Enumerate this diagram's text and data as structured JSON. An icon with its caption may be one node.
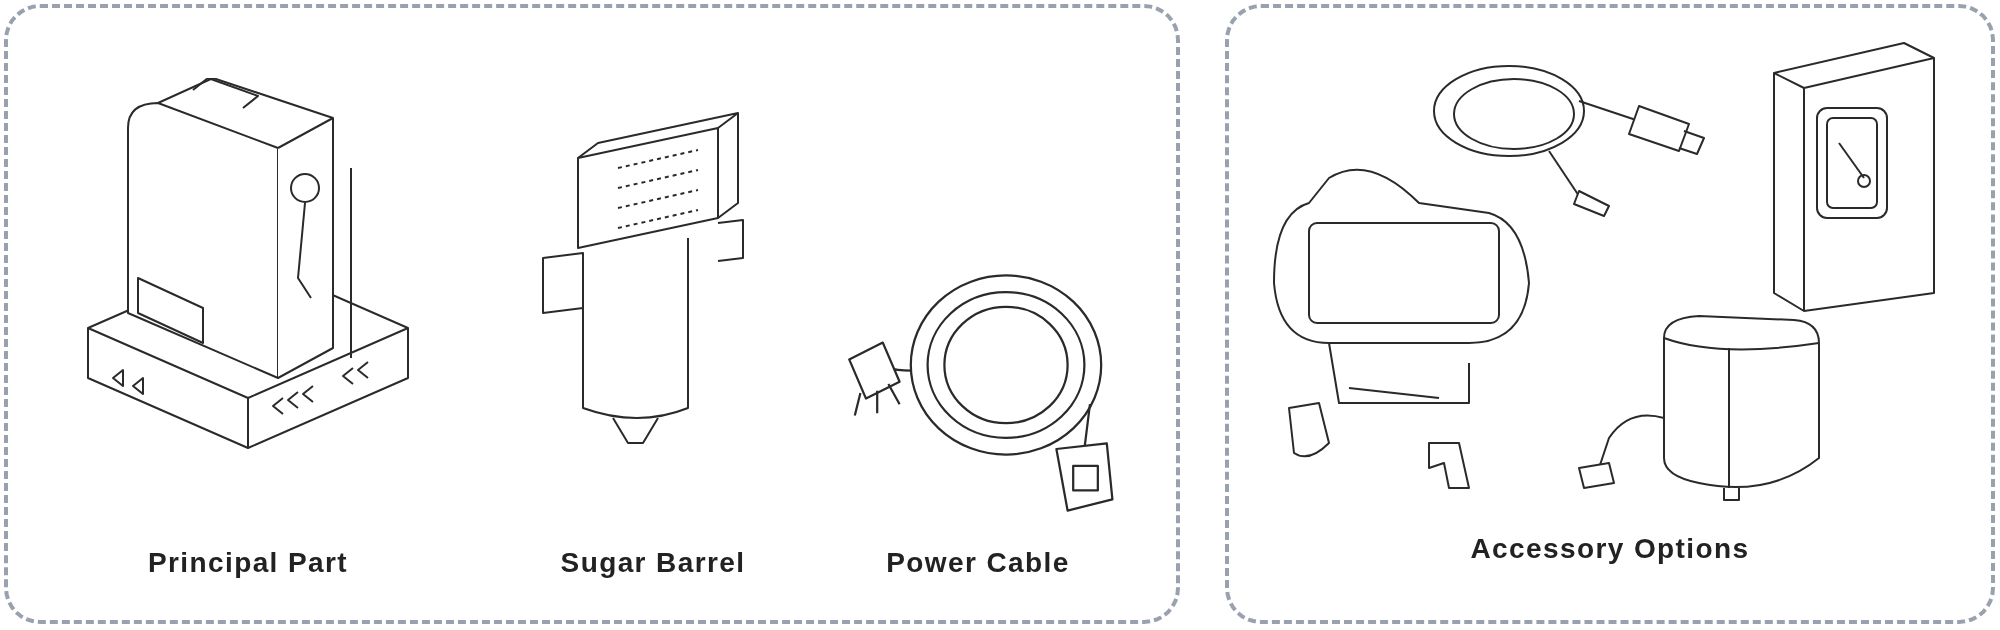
{
  "diagram": {
    "nodes": [
      {
        "text": [],
        "shape": "box"
      },
      {
        "text": [],
        "shape": "picture",
        "in": 0,
        "beside": [
          "Principal Part"
        ]
      },
      {
        "text": [],
        "shape": "picture",
        "in": 0,
        "beside": [
          "Sugar Barrel"
        ]
      },
      {
        "text": [],
        "shape": "picture",
        "in": 0,
        "beside": [
          "Power Cable"
        ]
      },
      {
        "text": [
          "Accessory Options"
        ]
      },
      {
        "text": [],
        "shape": "picture",
        "in": 4
      },
      {
        "text": [],
        "shape": "picture",
        "in": 4
      },
      {
        "text": [],
        "shape": "picture",
        "in": 4
      },
      {
        "text": [],
        "shape": "picture",
        "in": 4
      }
    ],
    "edges": []
  }
}
